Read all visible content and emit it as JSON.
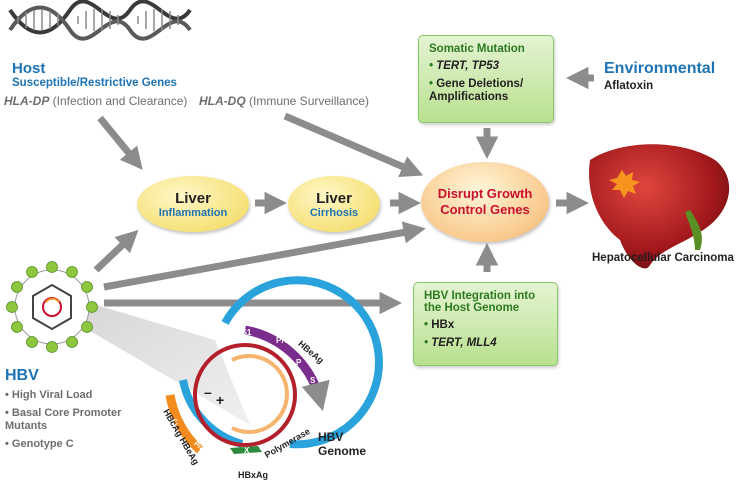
{
  "host": {
    "title": "Host",
    "subtitle": "Susceptible/Restrictive Genes",
    "hla_dp": "HLA-DP",
    "hla_dp_desc": " (Infection and Clearance)",
    "hla_dq": "HLA-DQ",
    "hla_dq_desc": " (Immune Surveillance)"
  },
  "environmental": {
    "title": "Environmental",
    "subtitle": "Aflatoxin"
  },
  "somatic": {
    "title": "Somatic Mutation",
    "items": [
      "TERT, TP53",
      "Gene Deletions/ Amplifications"
    ]
  },
  "integration": {
    "title": "HBV Integration into the Host Genome",
    "items": [
      "HBx",
      "TERT, MLL4"
    ]
  },
  "liver_inflammation": {
    "line1": "Liver",
    "line2": "Inflammation"
  },
  "liver_cirrhosis": {
    "line1": "Liver",
    "line2": "Cirrhosis"
  },
  "disrupt": {
    "line1": "Disrupt Growth",
    "line2": "Control Genes"
  },
  "hcc_label": "Hepatocellular Carcinoma",
  "hbv": {
    "title": "HBV",
    "items": [
      "High Viral Load",
      "Basal Core Promoter Mutants",
      "Genotype C"
    ]
  },
  "genome": {
    "title": "HBV Genome",
    "minus": "–",
    "plus": "+",
    "labels": {
      "pre_s1": "Pre-S1",
      "pre_s2": "Pre-S2",
      "hbeag_top": "HBeAg",
      "p": "P",
      "s": "S",
      "c": "C",
      "pre_c": "Pre-C",
      "x": "X",
      "polymerase": "Polymerase",
      "hbxag": "HBxAg",
      "hbcag_hbeag": "HBcAg HBeAg"
    }
  },
  "colors": {
    "arrow": "#8c8c8c",
    "accent_blue": "#1e73b4",
    "red": "#c8102e",
    "green_box": "#b9e08f",
    "purple": "#7b2d8e",
    "cyan": "#2aa3dc",
    "orange": "#f28c1e",
    "dark_green": "#2e8b3d"
  }
}
